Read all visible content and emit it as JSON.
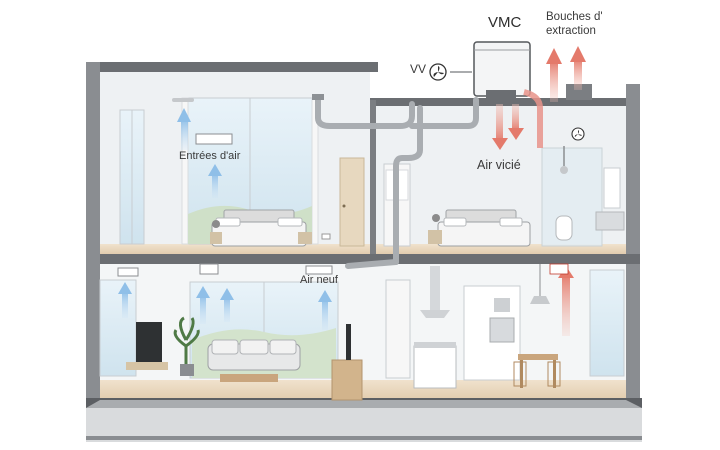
{
  "labels": {
    "vmc": "VMC",
    "bouches_line1": "Bouches d'",
    "bouches_line2": "extraction",
    "entrees_air": "Entrées d'air",
    "air_vicie": "Air vicié",
    "air_neuf": "Air neuf",
    "vw_mark": "VV"
  },
  "colors": {
    "fresh_air": "#9cc7ea",
    "stale_air": "#e7877a",
    "duct": "#a9adb1",
    "wall": "#5c5f63",
    "floor_wood": "#ead8bf",
    "room_bg": "#eef1f3",
    "window_glass": "#dfeef7"
  },
  "icons": [
    "fan-icon",
    "vmc-unit-icon",
    "bed-icon",
    "sofa-icon",
    "tv-icon",
    "plant-icon",
    "kitchen-icon",
    "dining-table-icon",
    "vent-grille-icon"
  ]
}
